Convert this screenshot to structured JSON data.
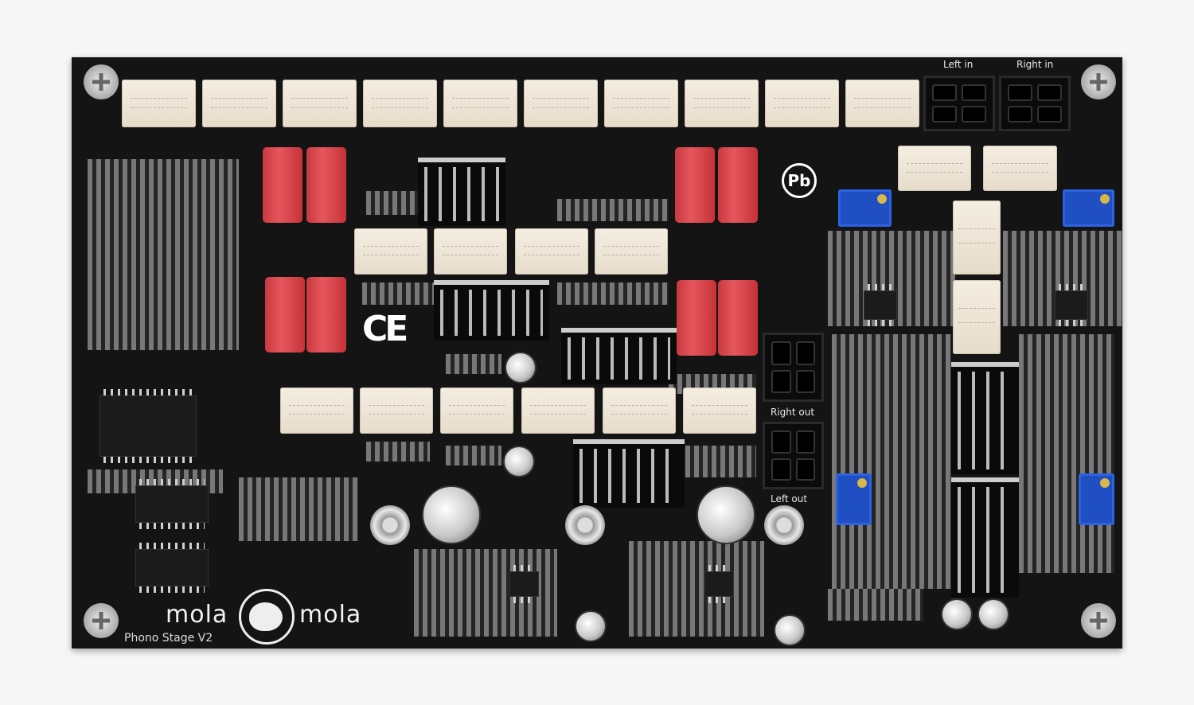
{
  "board": {
    "connector_labels": {
      "left_in": "Left in",
      "right_in": "Right in",
      "right_out": "Right out",
      "left_out": "Left out"
    },
    "ce_mark": "CE",
    "lead_free_mark": "Pb",
    "logo": {
      "left": "mola",
      "right": "mola"
    },
    "subtitle": "Phono Stage V2"
  },
  "colors": {
    "pcb": "#141414",
    "capacitor": "#d9474d",
    "trimmer": "#1f4fc2",
    "relay": "#efe8da",
    "background": "#f6f6f6"
  }
}
